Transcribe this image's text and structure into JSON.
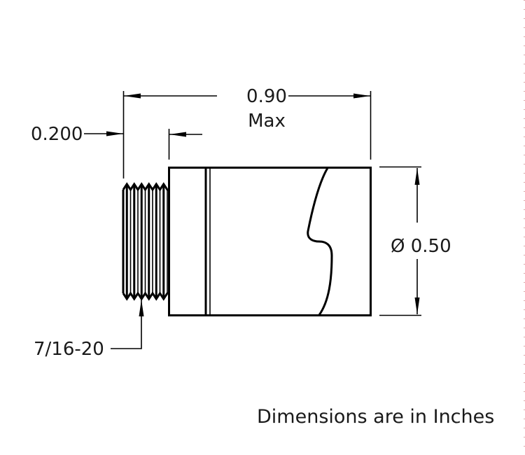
{
  "drawing": {
    "title": "Threaded fitting dimension drawing",
    "dimensions": {
      "overall_length": {
        "value": "0.90",
        "qualifier": "Max"
      },
      "thread_length": {
        "value": "0.200"
      },
      "diameter": {
        "symbol": "Ø",
        "value": "0.50",
        "label": "Ø 0.50"
      },
      "thread_spec": {
        "value": "7/16-20"
      }
    },
    "note": "Dimensions are in Inches",
    "colors": {
      "line": "#000000",
      "text": "#1a1a1a",
      "background": "#ffffff"
    }
  }
}
